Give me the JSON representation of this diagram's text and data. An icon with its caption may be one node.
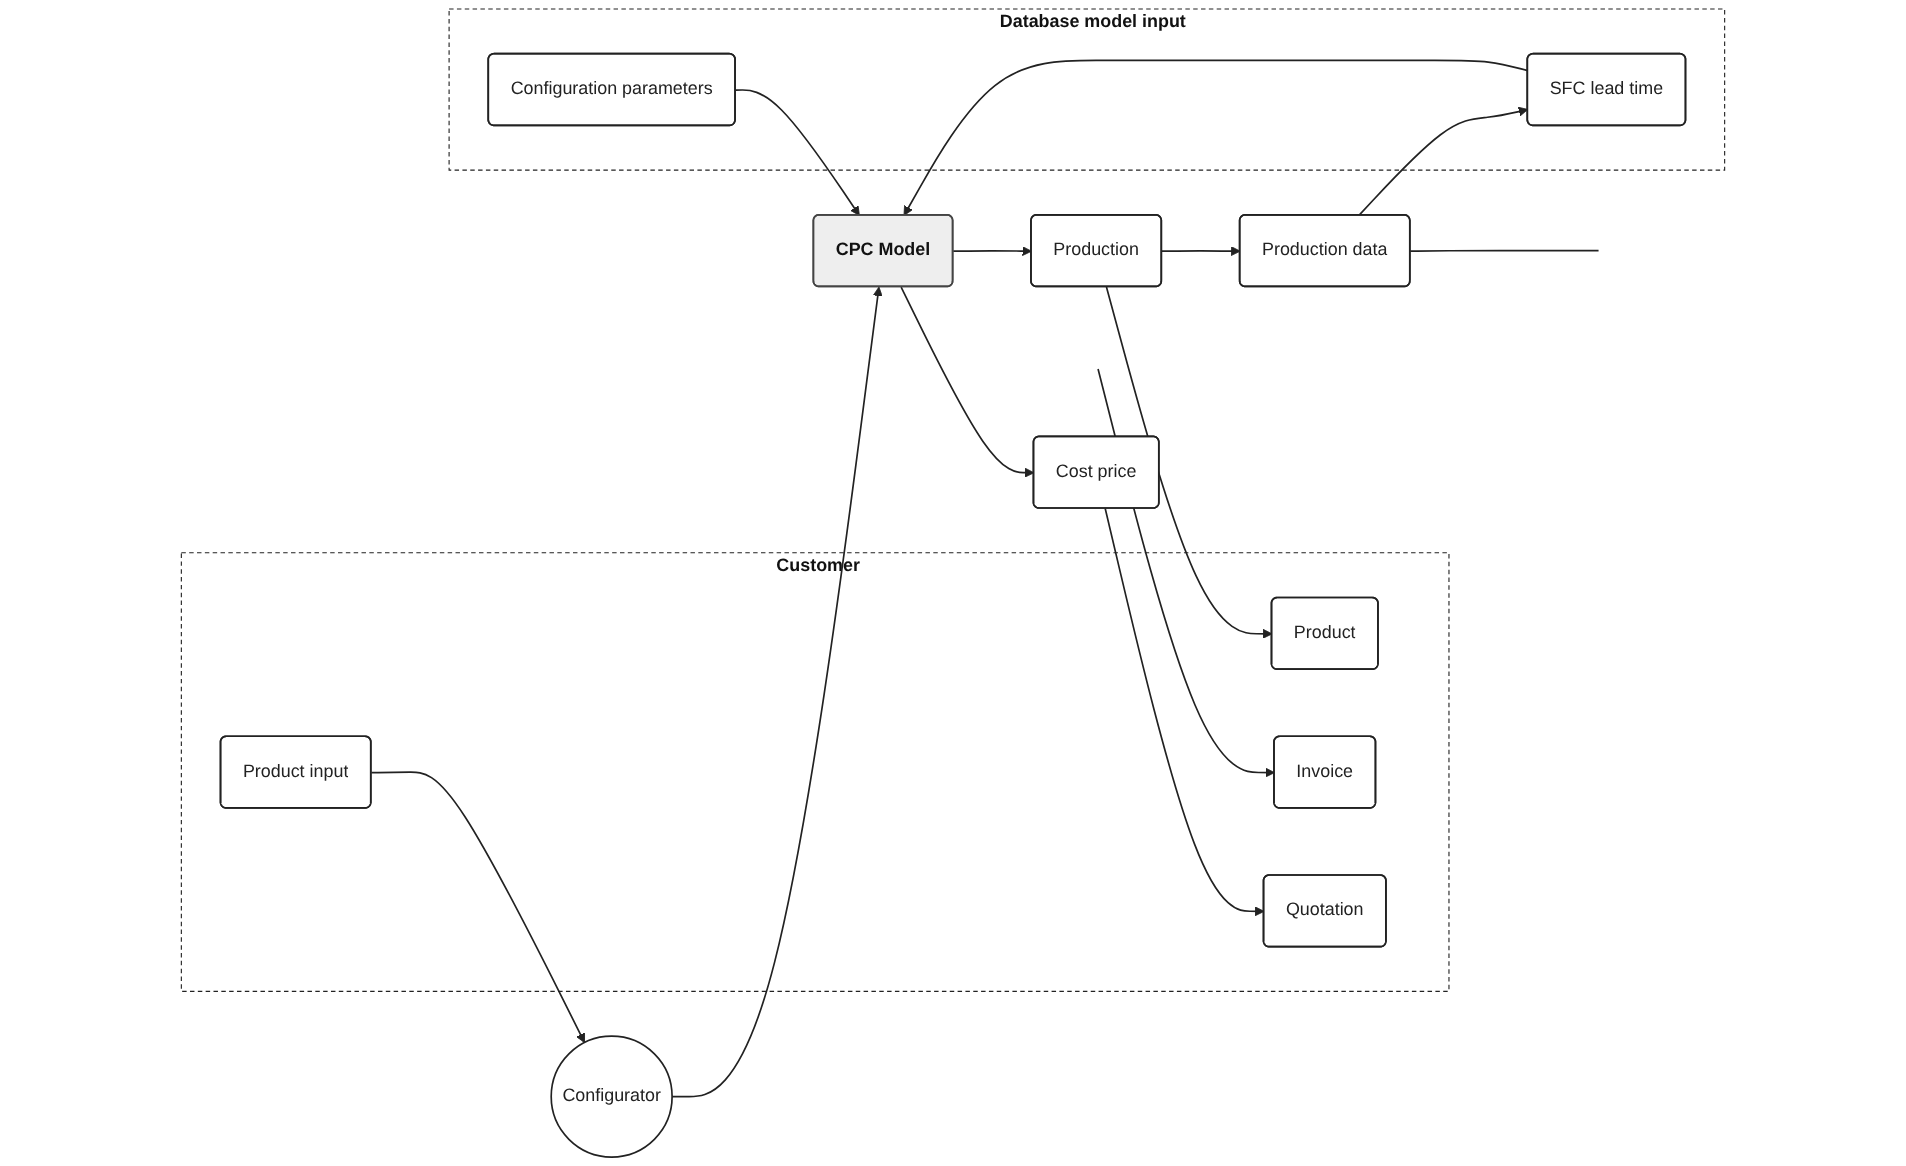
{
  "diagram": {
    "nodes": [
      {
        "text": [
          "Customer"
        ]
      },
      {
        "text": [
          "Product input"
        ],
        "in": 0
      },
      {
        "text": [
          "Quotation"
        ],
        "in": 0
      },
      {
        "text": [
          "Product"
        ],
        "in": 0
      },
      {
        "text": [
          "Invoice"
        ],
        "in": 0
      },
      {
        "text": [
          "Database model input"
        ]
      },
      {
        "text": [
          "Configuration parameters"
        ],
        "in": 5
      },
      {
        "text": [
          "SFC lead time"
        ],
        "in": 5
      },
      {
        "text": [
          "Configurator"
        ]
      },
      {
        "text": [
          "CPC Model"
        ]
      },
      {
        "text": [
          "Production data"
        ]
      },
      {
        "text": [
          "Production"
        ]
      },
      {
        "text": [
          "Cost price"
        ]
      }
    ],
    "edges": [
      {
        "from": 1,
        "to": 8,
        "arrow": "to"
      },
      {
        "from": 8,
        "to": 9,
        "arrow": "to"
      },
      {
        "from": 6,
        "to": 9,
        "arrow": "to"
      },
      {
        "from": 7,
        "to": 9,
        "arrow": "to"
      },
      {
        "from": 9,
        "to": 11,
        "arrow": "to"
      },
      {
        "from": 9,
        "to": 12,
        "arrow": "to"
      },
      {
        "from": 12,
        "to": 2,
        "arrow": "to"
      },
      {
        "from": 11,
        "to": 3,
        "arrow": "to"
      },
      {
        "from": 11,
        "to": 10,
        "arrow": "to"
      },
      {
        "from": 10,
        "to": 7,
        "arrow": "to"
      },
      {
        "from": 10,
        "to": null,
        "arrow": "none"
      },
      {
        "from": null,
        "to": 4,
        "arrow": "to"
      }
    ]
  }
}
